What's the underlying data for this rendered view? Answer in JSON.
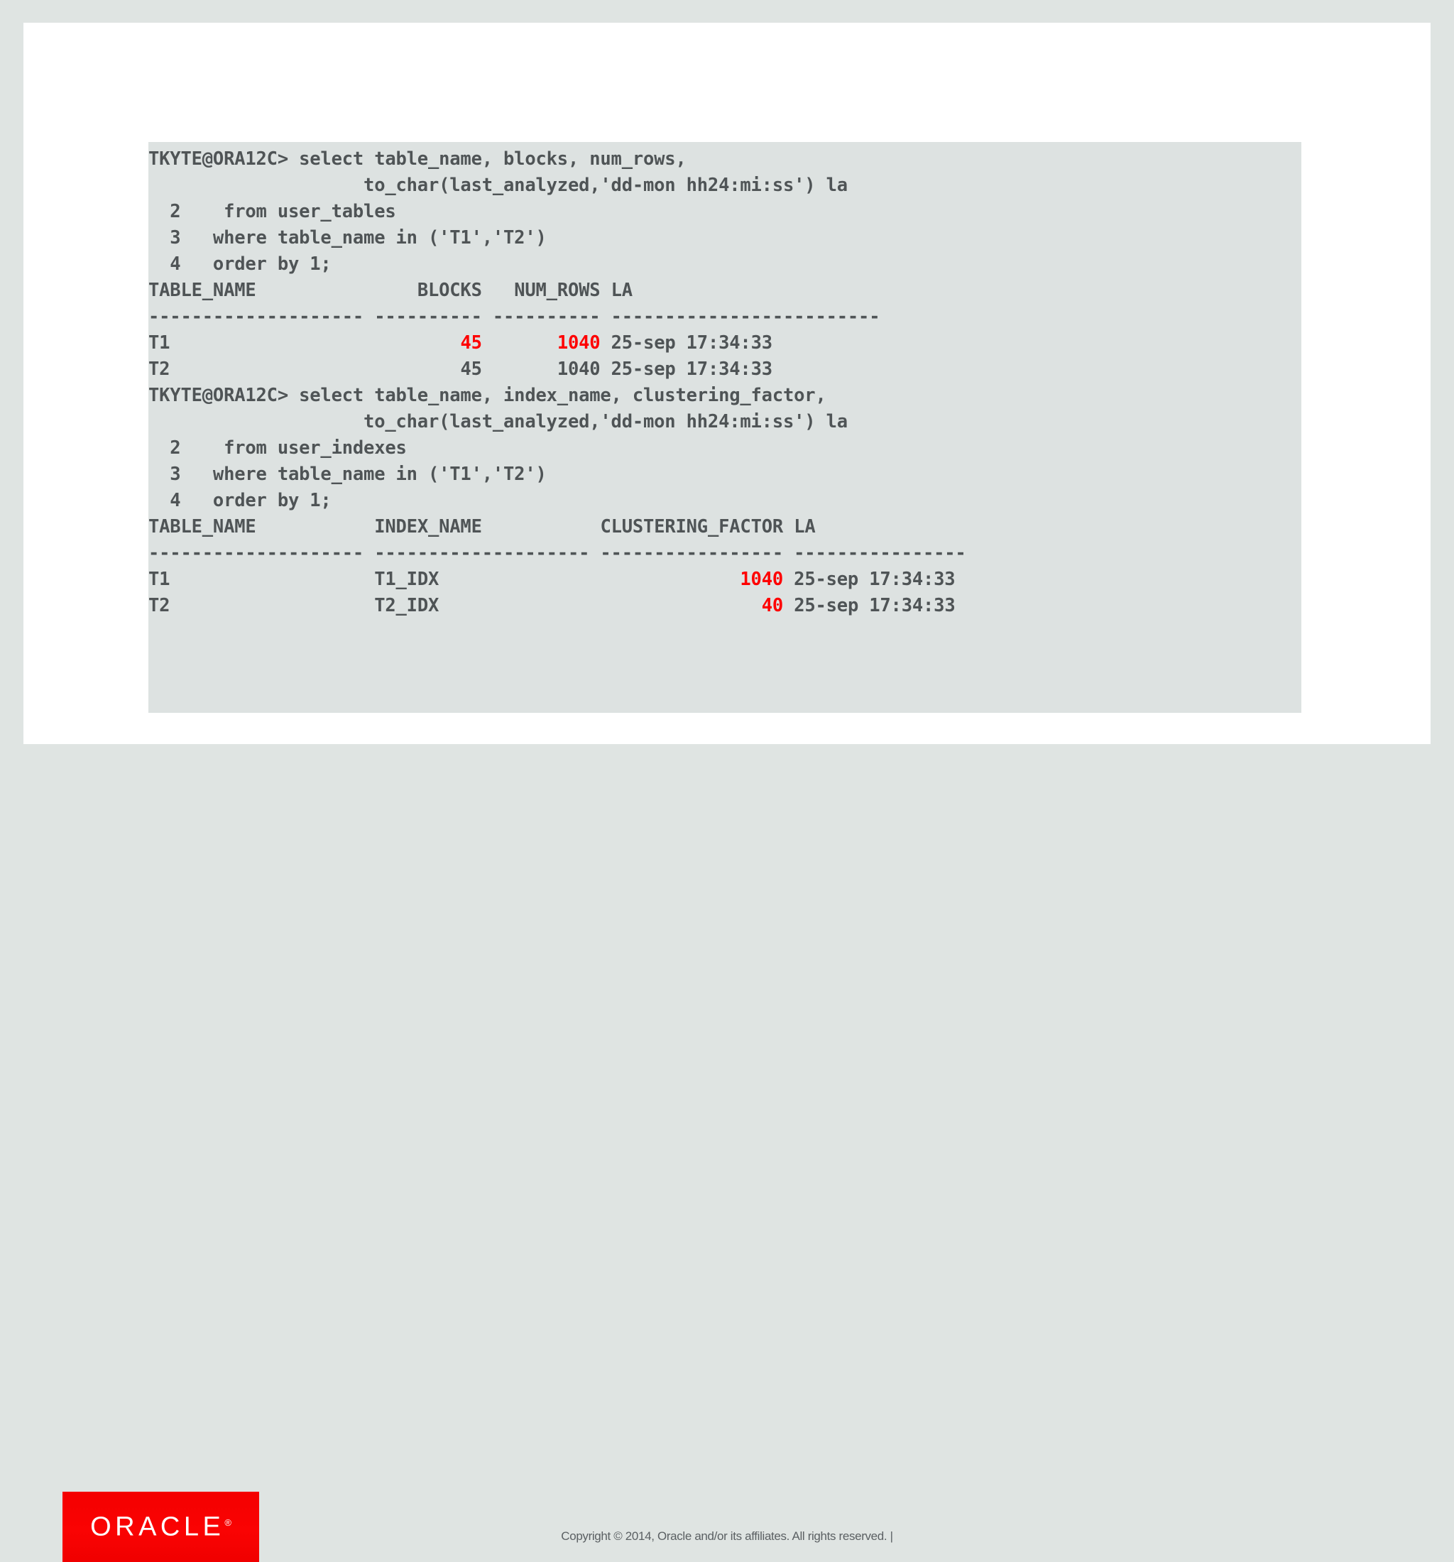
{
  "slide": {
    "background_color": "#ffffff",
    "page_background_color": "#dfe4e2"
  },
  "terminal": {
    "background_color": "#dde2e1",
    "text_color": "#4f5456",
    "highlight_color": "#fe0000",
    "prompt": "TKYTE@ORA12C>",
    "blocks": [
      {
        "id": "query-1",
        "statement_lines": [
          "TKYTE@ORA12C> select table_name, blocks, num_rows,",
          "                    to_char(last_analyzed,'dd-mon hh24:mi:ss') la",
          "  2    from user_tables",
          "  3   where table_name in ('T1','T2')",
          "  4   order by 1;"
        ],
        "result": {
          "headers": [
            "TABLE_NAME",
            "BLOCKS",
            "NUM_ROWS",
            "LA"
          ],
          "separator": "-------------------- ---------- ---------- -------------------------",
          "rows": [
            {
              "table_name": "T1",
              "blocks": "45",
              "num_rows": "1040",
              "la": "25-sep 17:34:33",
              "highlight": [
                "blocks",
                "num_rows"
              ]
            },
            {
              "table_name": "T2",
              "blocks": "45",
              "num_rows": "1040",
              "la": "25-sep 17:34:33",
              "highlight": []
            }
          ]
        }
      },
      {
        "id": "query-2",
        "statement_lines": [
          "TKYTE@ORA12C> select table_name, index_name, clustering_factor,",
          "                    to_char(last_analyzed,'dd-mon hh24:mi:ss') la",
          "  2    from user_indexes",
          "  3   where table_name in ('T1','T2')",
          "  4   order by 1;"
        ],
        "result": {
          "headers": [
            "TABLE_NAME",
            "INDEX_NAME",
            "CLUSTERING_FACTOR",
            "LA"
          ],
          "separator": "-------------------- -------------------- ----------------- ----------------",
          "rows": [
            {
              "table_name": "T1",
              "index_name": "T1_IDX",
              "clustering_factor": "1040",
              "la": "25-sep 17:34:33",
              "highlight": [
                "clustering_factor"
              ]
            },
            {
              "table_name": "T2",
              "index_name": "T2_IDX",
              "clustering_factor": "40",
              "la": "25-sep 17:34:33",
              "highlight": [
                "clustering_factor"
              ]
            }
          ]
        }
      }
    ],
    "rendered_text": "TKYTE@ORA12C> select table_name, blocks, num_rows,\n                    to_char(last_analyzed,'dd-mon hh24:mi:ss') la\n  2    from user_tables\n  3   where table_name in ('T1','T2')\n  4   order by 1;\n\nTABLE_NAME               BLOCKS   NUM_ROWS LA\n-------------------- ---------- ---------- -------------------------\nT1                           45       1040 25-sep 17:34:33\nT2                           45       1040 25-sep 17:34:33\n\nTKYTE@ORA12C> select table_name, index_name, clustering_factor,\n                    to_char(last_analyzed,'dd-mon hh24:mi:ss') la\n  2    from user_indexes\n  3   where table_name in ('T1','T2')\n  4   order by 1;\n\nTABLE_NAME           INDEX_NAME           CLUSTERING_FACTOR LA\n-------------------- -------------------- ----------------- ----------------\nT1                   T1_IDX                            1040 25-sep 17:34:33\nT2                   T2_IDX                              40 25-sep 17:34:33"
  },
  "footer": {
    "logo_text": "ORACLE",
    "logo_registered_mark": "®",
    "logo_color": "#f60000",
    "copyright": "Copyright © 2014, Oracle and/or its affiliates. All rights reserved.  |"
  }
}
